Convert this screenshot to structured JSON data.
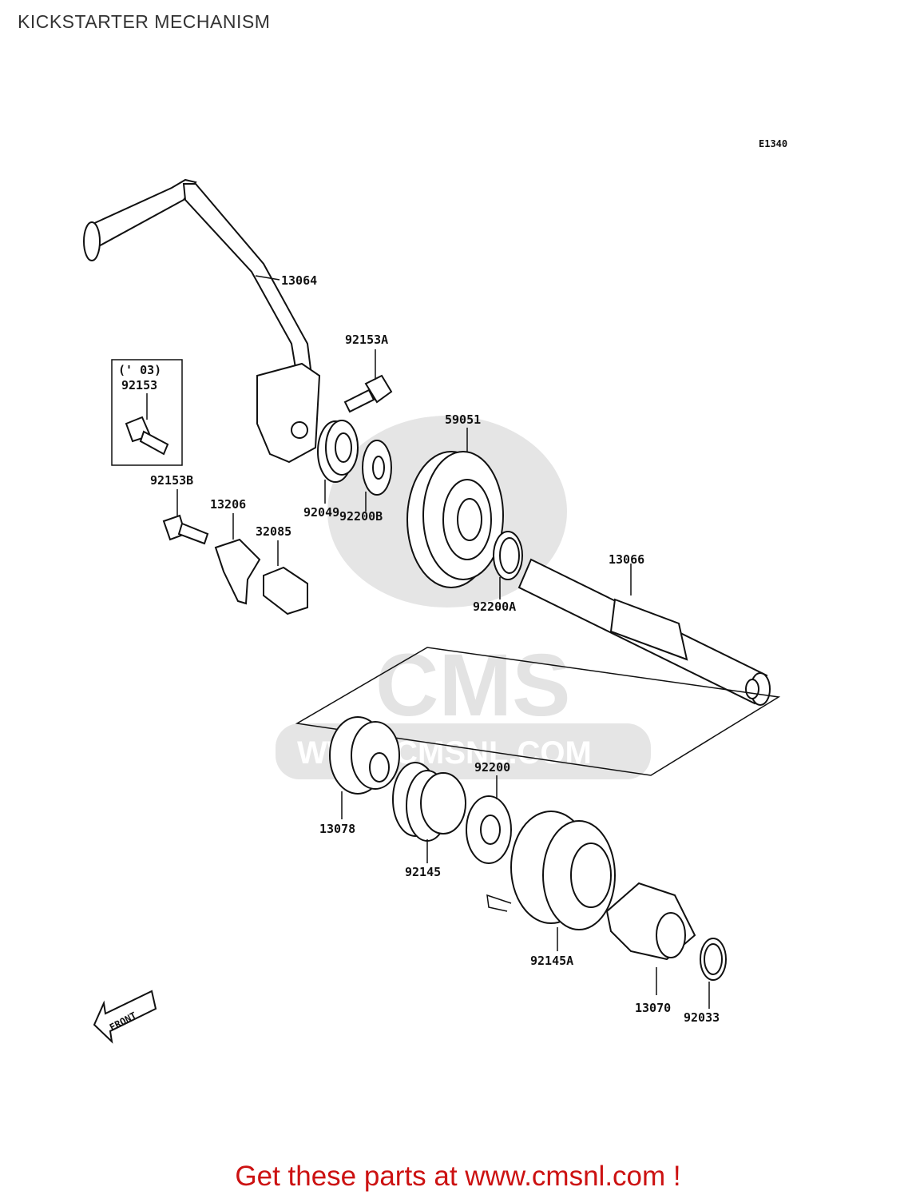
{
  "title": "KICKSTARTER MECHANISM",
  "diagram_code": "E1340",
  "variant_note": "(' 03)",
  "parts": [
    {
      "number": "13064",
      "icon": "kick-lever"
    },
    {
      "number": "92153A",
      "icon": "bolt"
    },
    {
      "number": "92153",
      "icon": "bolt"
    },
    {
      "number": "92153B",
      "icon": "bolt"
    },
    {
      "number": "13206",
      "icon": "plate"
    },
    {
      "number": "32085",
      "icon": "plate"
    },
    {
      "number": "92049",
      "icon": "oil-seal"
    },
    {
      "number": "92200B",
      "icon": "washer"
    },
    {
      "number": "59051",
      "icon": "gear"
    },
    {
      "number": "92200A",
      "icon": "washer"
    },
    {
      "number": "13066",
      "icon": "shaft"
    },
    {
      "number": "13078",
      "icon": "ratchet-gear"
    },
    {
      "number": "92145",
      "icon": "spring"
    },
    {
      "number": "92200",
      "icon": "washer"
    },
    {
      "number": "92145A",
      "icon": "coil-spring"
    },
    {
      "number": "13070",
      "icon": "spring-guide"
    },
    {
      "number": "92033",
      "icon": "circlip"
    }
  ],
  "front_marker": "FRONT",
  "watermark": {
    "brand": "CMS",
    "url": "WWW.CMSNL.COM"
  },
  "footer": {
    "text": "Get these parts at www.cmsnl.com !",
    "color": "#cc1111"
  }
}
